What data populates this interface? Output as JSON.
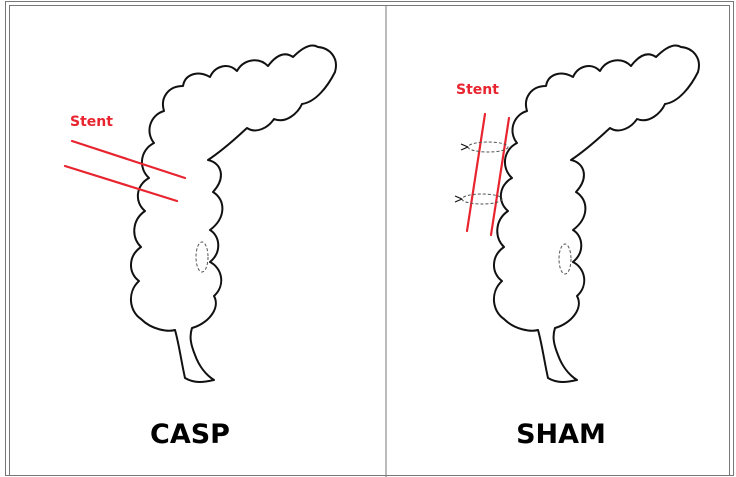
{
  "panels": [
    {
      "title": "CASP",
      "stent_label": "Stent"
    },
    {
      "title": "SHAM",
      "stent_label": "Stent"
    }
  ],
  "colors": {
    "stent": "#e8242f",
    "outline": "#111111",
    "border": "#777777"
  }
}
